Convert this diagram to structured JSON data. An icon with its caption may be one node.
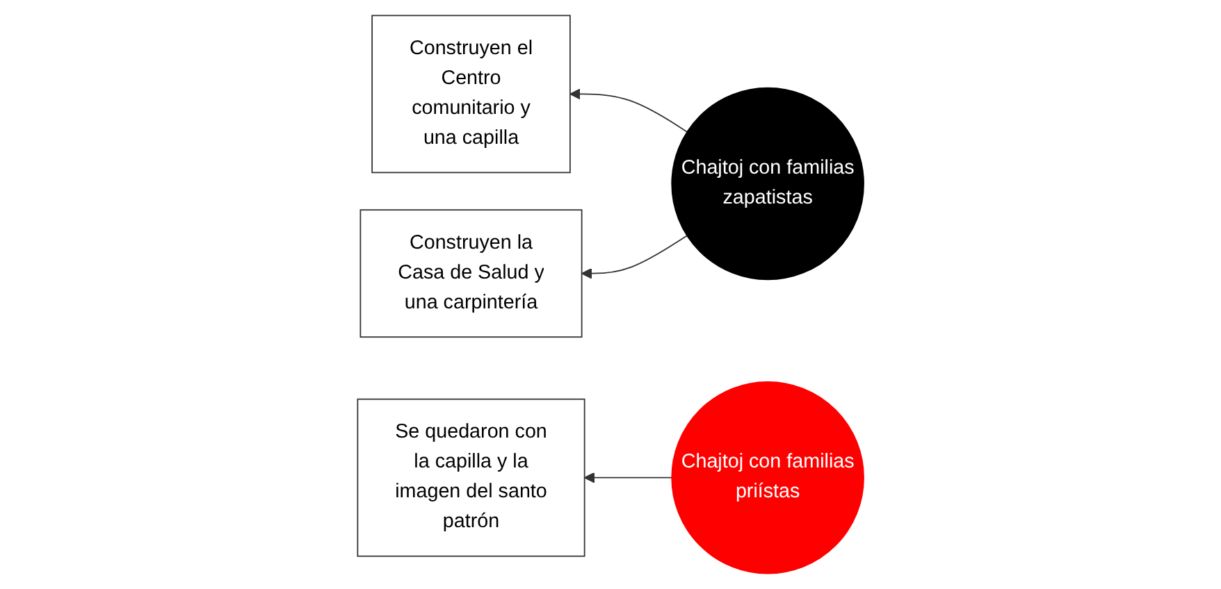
{
  "diagram": {
    "nodes": [
      {
        "text": [
          "Construyen el Centro comunitario y una capilla"
        ]
      },
      {
        "text": [
          "Construyen la Casa de Salud y una carpintería"
        ]
      },
      {
        "text": [
          "Chajtoj con familias zapatistas"
        ]
      },
      {
        "text": [
          "Chajtoj con familias priístas"
        ]
      },
      {
        "text": [
          "Se quedaron con la capilla y la imagen del santo patrón"
        ]
      }
    ],
    "edges": [
      {
        "from": 2,
        "to": 0,
        "arrow": "to"
      },
      {
        "from": 2,
        "to": 1,
        "arrow": "to"
      },
      {
        "from": 3,
        "to": 4,
        "arrow": "to"
      }
    ]
  }
}
